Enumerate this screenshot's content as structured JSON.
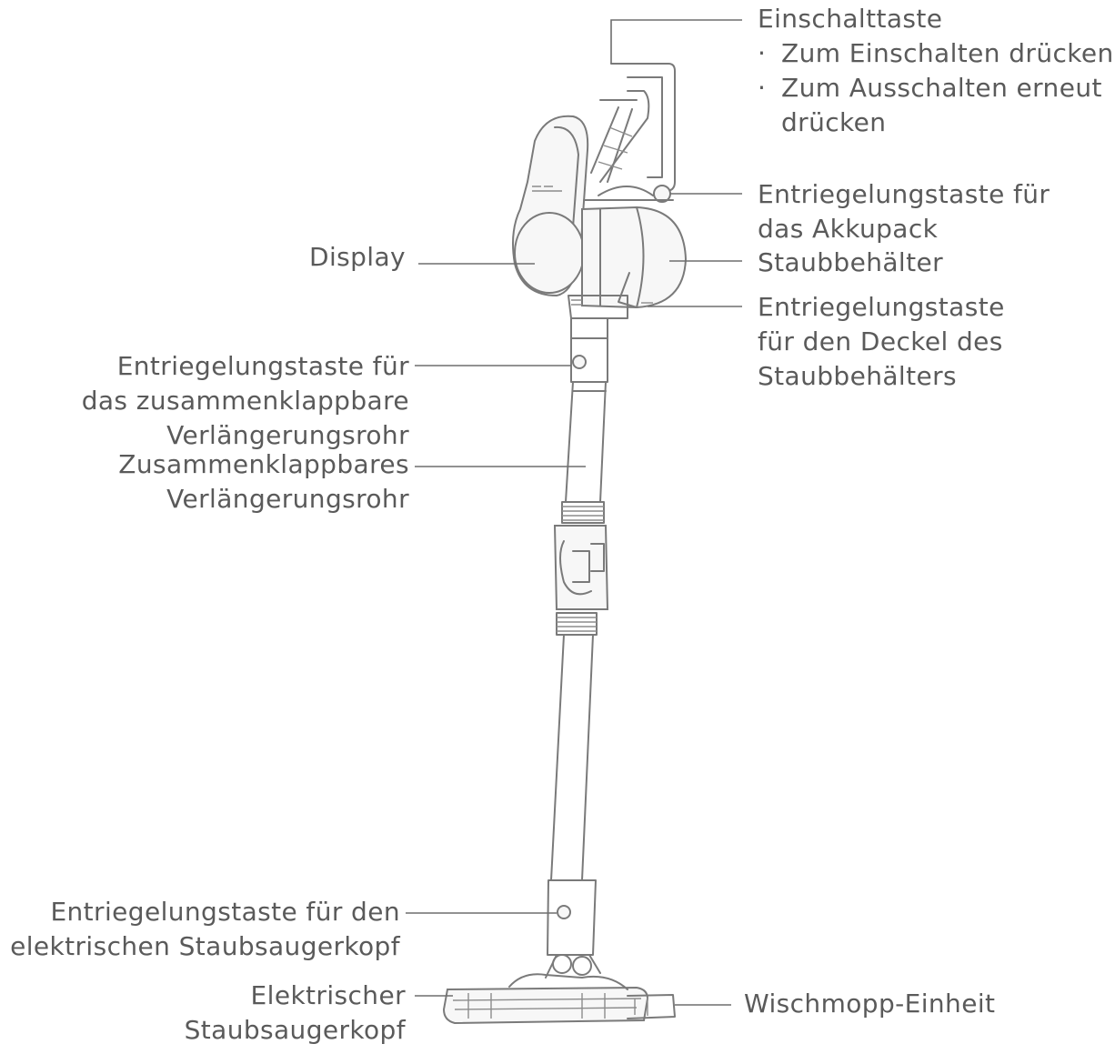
{
  "colors": {
    "text": "#5a5a5a",
    "line": "#7a7a7a",
    "background": "#ffffff"
  },
  "labels": {
    "power_button": {
      "title": "Einschalttaste",
      "bullets": [
        "Zum Einschalten drücken",
        "Zum Ausschalten erneut",
        "drücken"
      ]
    },
    "battery_release": [
      "Entriegelungstaste für",
      "das Akkupack"
    ],
    "dust_container": "Staubbehälter",
    "dust_lid_release": [
      "Entriegelungstaste",
      "für den Deckel des",
      "Staubbehälters"
    ],
    "display": "Display",
    "tube_release": [
      "Entriegelungstaste für",
      "das zusammenklappbare",
      "Verlängerungsrohr"
    ],
    "tube": [
      "Zusammenklappbares",
      "Verlängerungsrohr"
    ],
    "head_release": [
      "Entriegelungstaste für den",
      "elektrischen Staubsaugerkopf"
    ],
    "head": [
      "Elektrischer",
      "Staubsaugerkopf"
    ],
    "mop_unit": "Wischmopp-Einheit"
  }
}
